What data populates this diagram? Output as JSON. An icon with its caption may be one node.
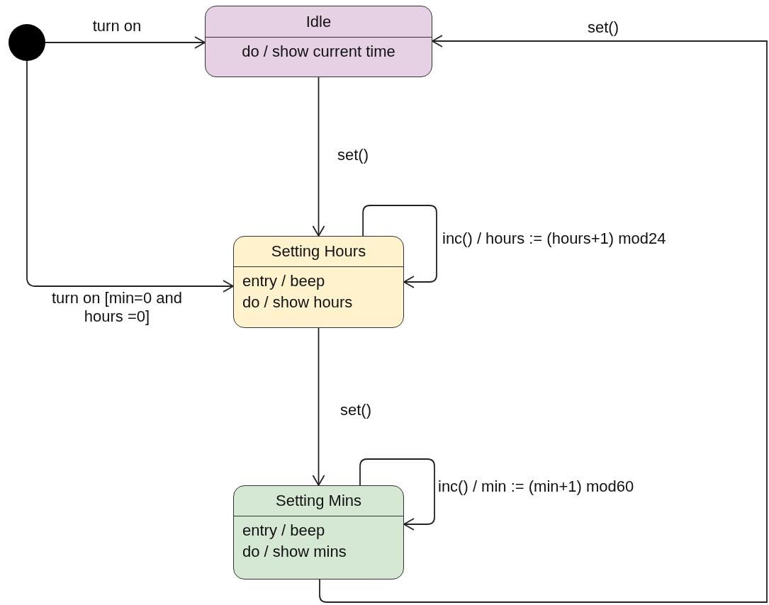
{
  "diagram": {
    "nodes": [
      {
        "text": [],
        "shape": "circle"
      },
      {
        "text": [
          "Idle",
          "do / show current time"
        ]
      },
      {
        "text": [
          "Setting Hours",
          "entry / beep",
          "do / show hours"
        ]
      },
      {
        "text": [
          "Setting Mins",
          "entry / beep",
          "do / show mins"
        ]
      }
    ],
    "edges": [
      {
        "from": 0,
        "to": 1,
        "arrow": "to",
        "label": "turn on"
      },
      {
        "from": 0,
        "to": 2,
        "arrow": "to",
        "label": "turn on [min=0 and hours =0]"
      },
      {
        "from": 1,
        "to": 2,
        "arrow": "to",
        "label": "set()"
      },
      {
        "from": 2,
        "to": 2,
        "arrow": "to",
        "label": "inc() / hours := (hours+1) mod24"
      },
      {
        "from": 2,
        "to": 3,
        "arrow": "to",
        "label": "set()"
      },
      {
        "from": 3,
        "to": 3,
        "arrow": "to",
        "label": "inc() / min := (min+1) mod60"
      },
      {
        "from": 3,
        "to": 1,
        "arrow": "to",
        "label": "set()"
      }
    ]
  }
}
